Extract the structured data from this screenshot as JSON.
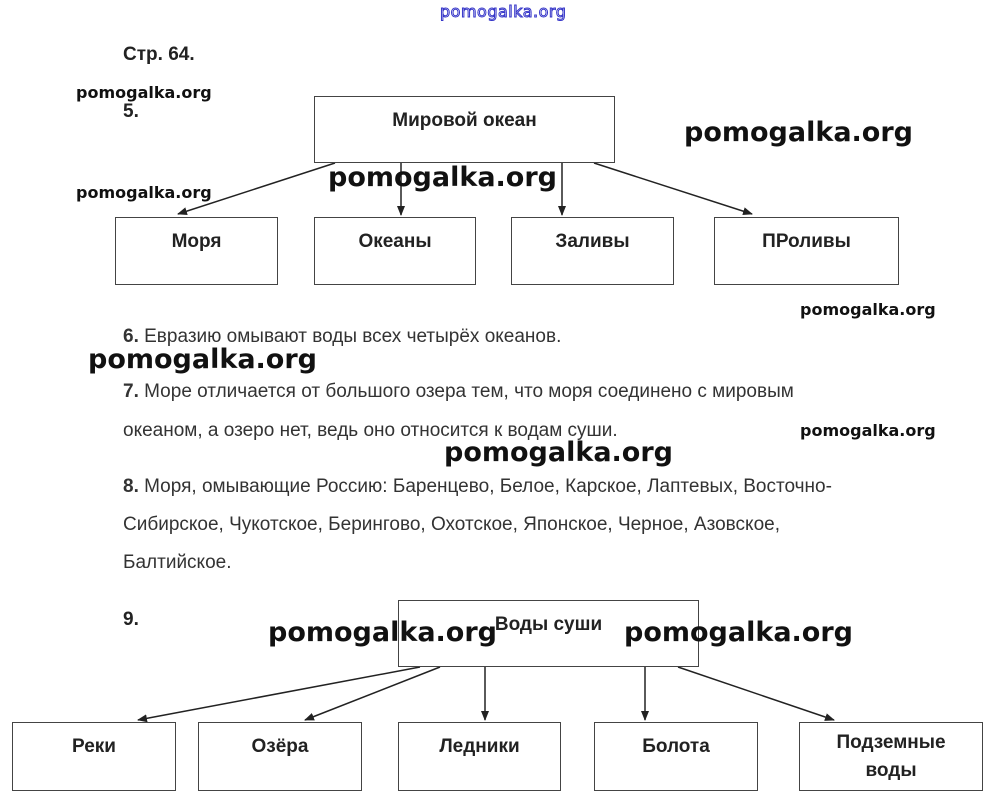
{
  "watermark": "pomogalka.org",
  "page_label": "Стр. 64.",
  "task5": {
    "number": "5.",
    "root": "Мировой океан",
    "children": [
      "Моря",
      "Океаны",
      "Заливы",
      "ПРоливы"
    ]
  },
  "task6": {
    "number": "6.",
    "text": " Евразию омывают воды всех четырёх океанов."
  },
  "task7": {
    "number": "7.",
    "line1": " Море отличается от большого озера тем, что моря соединено с мировым",
    "line2": "океаном, а озеро нет, ведь оно относится к водам суши."
  },
  "task8": {
    "number": "8.",
    "line1": " Моря, омывающие Россию: Баренцево, Белое, Карское, Лаптевых, Восточно-",
    "line2": "Сибирское, Чукотское, Берингово, Охотское, Японское, Черное, Азовское,",
    "line3": "Балтийское."
  },
  "task9": {
    "number": "9.",
    "root": "Воды суши",
    "children": [
      "Реки",
      "Озёра",
      "Ледники",
      "Болота",
      "Подземные воды"
    ]
  }
}
